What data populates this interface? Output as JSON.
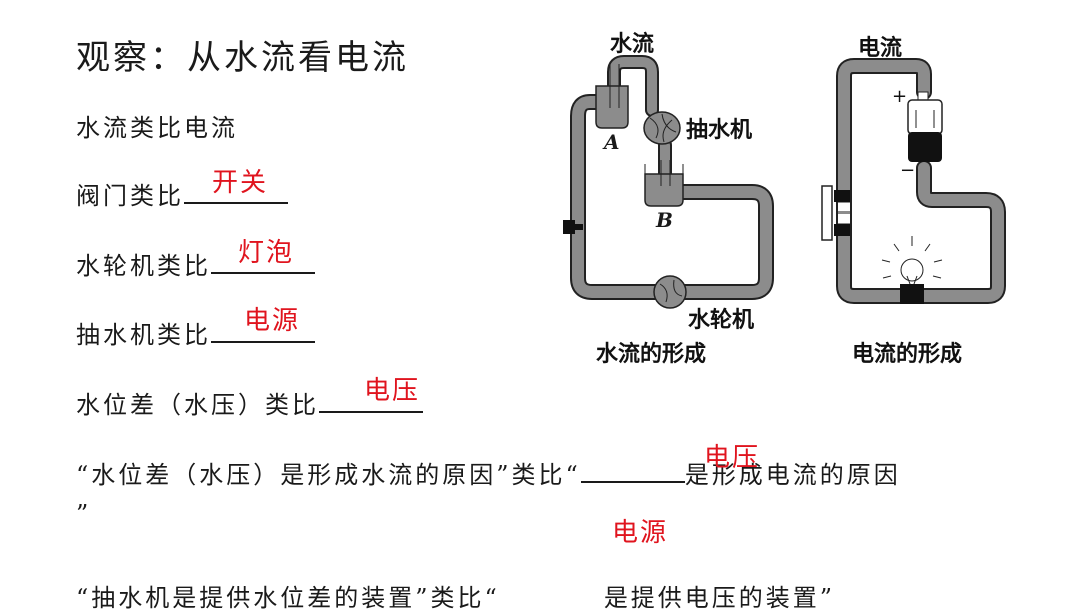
{
  "title": "观察：从水流看电流",
  "intro": "水流类比电流",
  "analogies": [
    {
      "prefix": "阀门类比",
      "answer": "开关"
    },
    {
      "prefix": "水轮机类比",
      "answer": "灯泡"
    },
    {
      "prefix": "抽水机类比",
      "answer": "电源"
    },
    {
      "prefix": "水位差（水压）类比",
      "answer": "电压"
    }
  ],
  "sentence1": {
    "prefix": "“水位差（水压）是形成水流的原因”类比“",
    "answer": "电压",
    "suffix": "是形成电流的原因",
    "closing_quote": "”"
  },
  "sentence2": {
    "prefix": "“抽水机是提供水位差的装置”类比“",
    "answer": "电源",
    "suffix": "是提供电压的装置”"
  },
  "water_diagram": {
    "title": "水流",
    "pump_label": "抽水机",
    "tank_a": "A",
    "tank_b": "B",
    "turbine_label": "水轮机",
    "caption": "水流的形成"
  },
  "electric_diagram": {
    "title": "电流",
    "plus": "+",
    "minus": "−",
    "caption": "电流的形成"
  },
  "colors": {
    "answer": "#e0141e",
    "pipe": "#8c8c8c",
    "text": "#1a1a1a"
  }
}
